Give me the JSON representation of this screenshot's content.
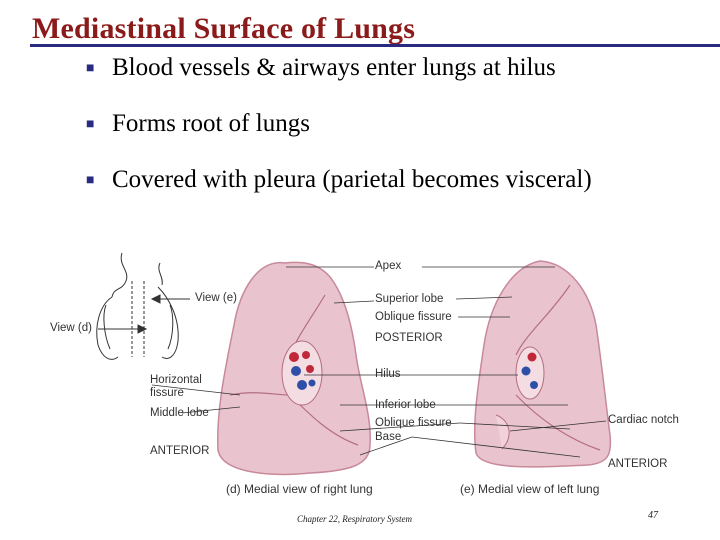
{
  "title": "Mediastinal Surface of Lungs",
  "bullets": [
    "Blood vessels & airways enter lungs at hilus",
    "Forms root of lungs",
    "Covered with pleura (parietal becomes visceral)"
  ],
  "figure": {
    "labels": {
      "view_e": "View (e)",
      "view_d": "View (d)",
      "apex": "Apex",
      "superior_lobe": "Superior lobe",
      "oblique_fissure_top": "Oblique fissure",
      "posterior": "POSTERIOR",
      "hilus": "Hilus",
      "horizontal_fissure_1": "Horizontal",
      "horizontal_fissure_2": "fissure",
      "middle_lobe": "Middle lobe",
      "inferior_lobe": "Inferior lobe",
      "oblique_fissure_bottom": "Oblique fissure",
      "base": "Base",
      "cardiac_notch": "Cardiac notch",
      "anterior_right": "ANTERIOR",
      "anterior_left": "ANTERIOR"
    },
    "caption_d": "(d) Medial view of right lung",
    "caption_e": "(e) Medial view of left lung"
  },
  "footer": "Chapter 22, Respiratory System",
  "page_number": "47",
  "colors": {
    "title": "#8B1A1A",
    "rule": "#2A2A80",
    "lung_fill": "#E9C4CE",
    "lung_edge": "#C8899B",
    "artery": "#C0283A",
    "vein": "#2E4FA8"
  }
}
